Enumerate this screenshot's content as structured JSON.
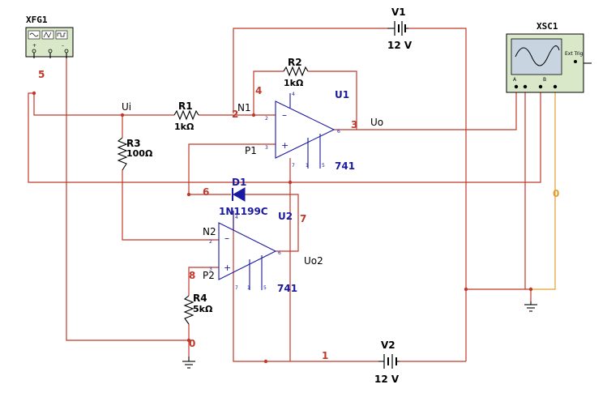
{
  "function_generator": {
    "label": "XFG1",
    "terminals": [
      "+",
      "",
      "–"
    ]
  },
  "oscilloscope": {
    "label": "XSC1",
    "ext_trig": "Ext Trig",
    "channel_a": "A",
    "channel_b": "B"
  },
  "battery_v1": {
    "ref": "V1",
    "value": "12 V"
  },
  "battery_v2": {
    "ref": "V2",
    "value": "12 V"
  },
  "resistor_r1": {
    "ref": "R1",
    "value": "1kΩ"
  },
  "resistor_r2": {
    "ref": "R2",
    "value": "1kΩ"
  },
  "resistor_r3": {
    "ref": "R3",
    "value": "100Ω"
  },
  "resistor_r4": {
    "ref": "R4",
    "value": "5kΩ"
  },
  "diode_d1": {
    "ref": "D1",
    "part": "1N1199C"
  },
  "opamp_u1": {
    "ref": "U1",
    "model": "741",
    "pins": {
      "inv": "2",
      "noninv": "3",
      "out": "6",
      "p4": "4",
      "p7": "7",
      "p1": "1",
      "p5": "5"
    }
  },
  "opamp_u2": {
    "ref": "U2",
    "model": "741",
    "pins": {
      "inv": "2",
      "noninv": "3",
      "out": "6",
      "p4": "4",
      "p7": "7",
      "p1": "1",
      "p5": "5"
    }
  },
  "node_labels": {
    "ui": "Ui",
    "uo": "Uo",
    "uo2": "Uo2",
    "n1": "N1",
    "p1": "P1",
    "n2": "N2",
    "p2": "P2"
  },
  "net_numbers": {
    "n0a": "0",
    "n0b": "0",
    "n1": "1",
    "n2": "2",
    "n3": "3",
    "n4": "4",
    "n5": "5",
    "n6": "6",
    "n7": "7",
    "n8": "8"
  },
  "colors": {
    "wire": "#c0392b",
    "component": "#1a1aa0",
    "probe_wire": "#e0a030"
  }
}
